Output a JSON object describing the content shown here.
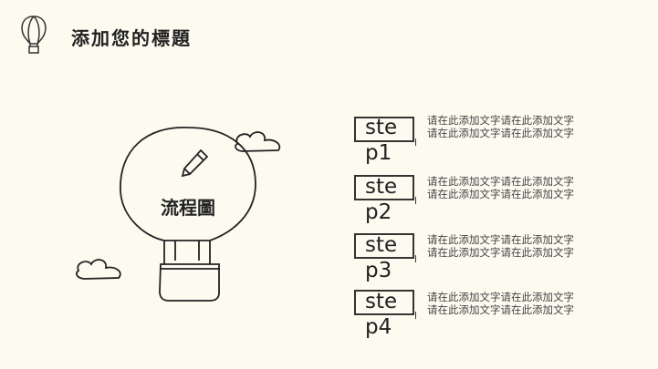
{
  "header": {
    "title": "添加您的標題"
  },
  "diagram": {
    "center_label": "流程圖"
  },
  "steps": [
    {
      "label": "step1",
      "desc": [
        "请在此添加文字请在此添加文字",
        "请在此添加文字请在此添加文字"
      ]
    },
    {
      "label": "step2",
      "desc": [
        "请在此添加文字请在此添加文字",
        "请在此添加文字请在此添加文字"
      ]
    },
    {
      "label": "step3",
      "desc": [
        "请在此添加文字请在此添加文字",
        "请在此添加文字请在此添加文字"
      ]
    },
    {
      "label": "step4",
      "desc": [
        "请在此添加文字请在此添加文字",
        "请在此添加文字请在此添加文字"
      ]
    }
  ]
}
